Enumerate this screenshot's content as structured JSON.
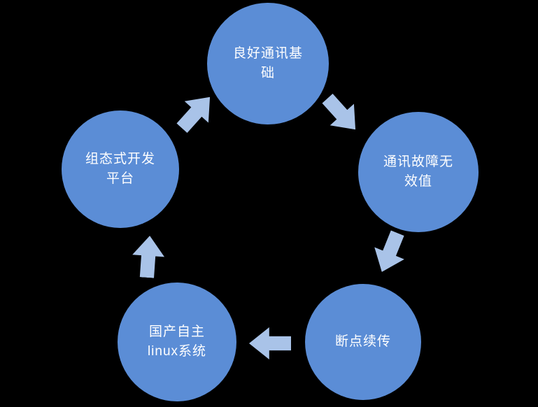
{
  "diagram": {
    "type": "cycle",
    "direction": "clockwise",
    "colors": {
      "background": "#000000",
      "node_fill": "#5B8DD6",
      "arrow_fill": "#A9C3E8",
      "text": "#FFFFFF"
    },
    "nodes": [
      {
        "position": "top",
        "label": "良好通讯基\n础"
      },
      {
        "position": "upper-right",
        "label": "通讯故障无\n效值"
      },
      {
        "position": "lower-right",
        "label": "断点续传"
      },
      {
        "position": "lower-left",
        "label": "国产自主\nlinux系统"
      },
      {
        "position": "upper-left",
        "label": "组态式开发\n平台"
      }
    ],
    "arrows": [
      {
        "from": "upper-left",
        "to": "top",
        "icon": "block-arrow-up-right"
      },
      {
        "from": "top",
        "to": "upper-right",
        "icon": "block-arrow-down-right"
      },
      {
        "from": "upper-right",
        "to": "lower-right",
        "icon": "block-arrow-down-left"
      },
      {
        "from": "lower-right",
        "to": "lower-left",
        "icon": "block-arrow-left"
      },
      {
        "from": "lower-left",
        "to": "upper-left",
        "icon": "block-arrow-up"
      }
    ]
  }
}
